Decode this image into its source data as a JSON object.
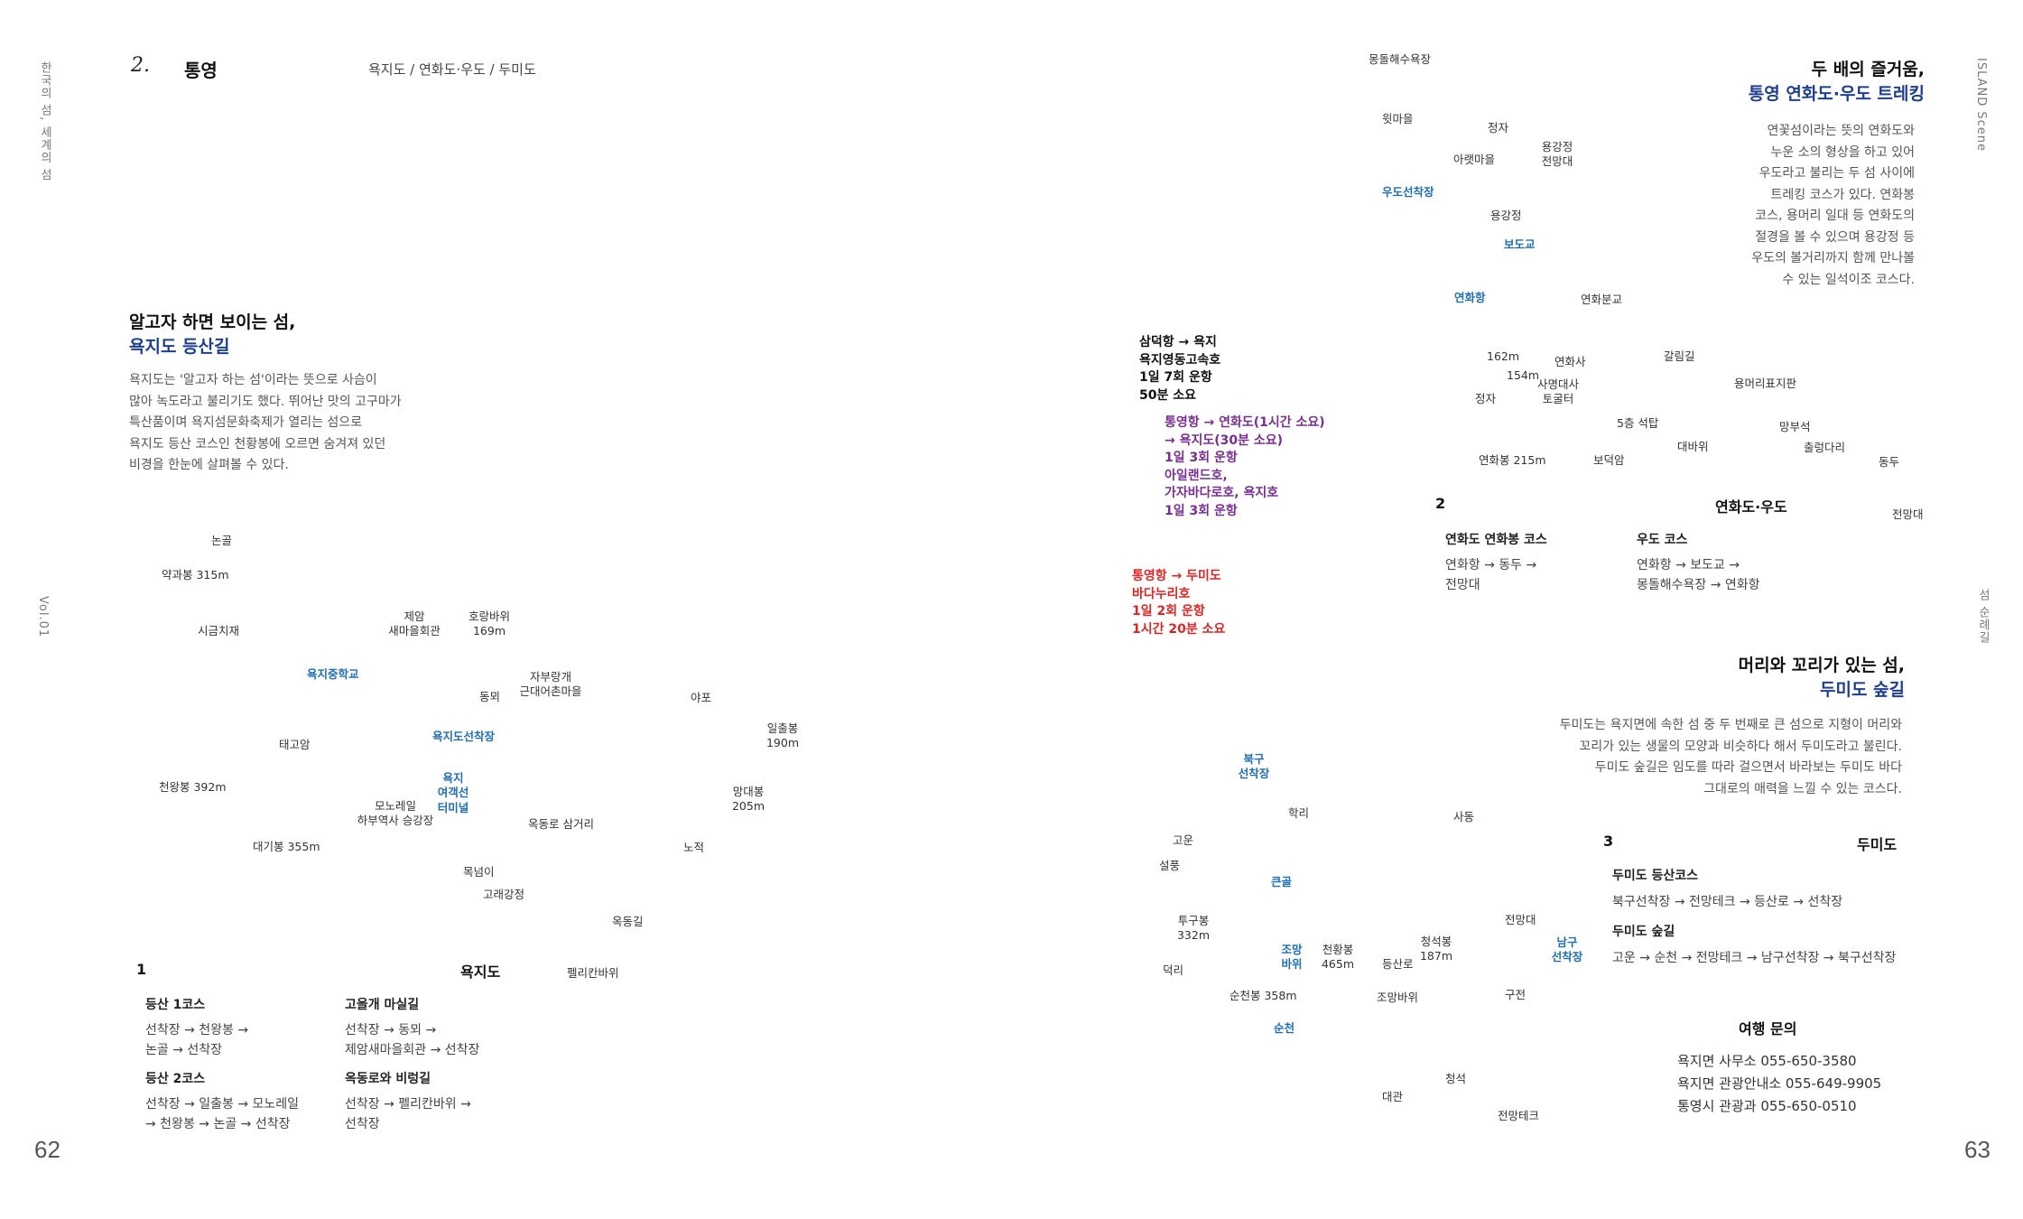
{
  "left_page": {
    "vertical_top": "한국의 섬, 세계의 섬",
    "vertical_mid": "Vol.01",
    "page_number": "62",
    "chapter_number": "2.",
    "chapter_title": "통영",
    "chapter_subtitle": "욕지도 / 연화도·우도 / 두미도",
    "section_heading_1": "알고자 하면 보이는 섬,",
    "section_heading_2": "욕지도 등산길",
    "paragraph": [
      "욕지도는 '알고자 하는 섬'이라는 뜻으로 사슴이",
      "많아 녹도라고 불리기도 했다. 뛰어난 맛의 고구마가",
      "특산품이며 욕지섬문화축제가 열리는 섬으로",
      "욕지도 등산 코스인 천황봉에 오르면 숨겨져 있던",
      "비경을 한눈에 살펴볼 수 있다."
    ],
    "map_labels": {
      "nongol": "논골",
      "yakgwabong": "약과봉 315m",
      "sigeumchijae": "시금치재",
      "jeam1": "제암",
      "jeam2": "새마을회관",
      "horangbawi1": "호랑바위",
      "horangbawi2": "169m",
      "yokji_ms": "욕지중학교",
      "jabu1": "자부랑개",
      "jabu2": "근대어촌마을",
      "dongmae": "동뫼",
      "yapo": "야포",
      "yokji_dock": "욕지도선착장",
      "taegoam": "태고암",
      "ilchul1": "일출봉",
      "ilchul2": "190m",
      "cheonhwang": "천왕봉 392m",
      "terminal1": "욕지",
      "terminal2": "여객선",
      "terminal3": "터미널",
      "mono1": "모노레일",
      "mono2": "하부역사 승강장",
      "mangdae1": "망대봉",
      "mangdae2": "205m",
      "okdong_jct": "옥동로 삼거리",
      "daegi": "대기봉 355m",
      "nojeok": "노적",
      "moknemi": "목넘이",
      "goraegang": "고래강정",
      "okdonggil": "옥동길",
      "pelican": "펠리칸바위"
    },
    "section_number": "1",
    "section_title": "욕지도",
    "courses": [
      {
        "title": "등산 1코스",
        "lines": [
          "선착장 → 천왕봉 →",
          "논골 → 선착장"
        ]
      },
      {
        "title": "고올개 마실길",
        "lines": [
          "선착장 → 동뫼 →",
          "제암새마을회관 → 선착장"
        ]
      },
      {
        "title": "등산 2코스",
        "lines": [
          "선착장 → 일출봉 → 모노레일",
          "→ 천왕봉 → 논골 → 선착장"
        ]
      },
      {
        "title": "옥동로와 비렁길",
        "lines": [
          "선착장 → 펠리칸바위 →",
          "선착장"
        ]
      }
    ]
  },
  "right_page": {
    "vertical_top": "ISLAND Scene",
    "vertical_mid": "섬 순례길",
    "page_number": "63",
    "heading_a_1": "두 배의 즐거움,",
    "heading_a_2": "통영 연화도·우도 트레킹",
    "paragraph_a": [
      "연꽃섬이라는 뜻의 연화도와",
      "누운 소의 형상을 하고 있어",
      "우도라고 불리는 두 섬 사이에",
      "트레킹 코스가 있다. 연화봉",
      "코스, 용머리 일대 등 연화도의",
      "절경을 볼 수 있으며 용강정 등",
      "우도의 볼거리까지 함께 만나볼",
      "수 있는 일석이조 코스다."
    ],
    "ferry_black": [
      "삼덕항 → 욕지",
      "욕지영동고속호",
      "1일 7회 운항",
      "50분 소요"
    ],
    "ferry_purple": [
      "통영항 → 연화도(1시간 소요)",
      "→ 욕지도(30분 소요)",
      "1일 3회 운항",
      "아일랜드호,",
      "가자바다로호, 욕지호",
      "1일 3회 운항"
    ],
    "ferry_red": [
      "통영항 → 두미도",
      "바다누리호",
      "1일 2회 운항",
      "1시간 20분 소요"
    ],
    "map_a": {
      "mongdol": "몽돌해수욕장",
      "witmaeul": "윗마을",
      "jeongja": "정자",
      "ayaet": "아랫마을",
      "yonggang_obs1": "용강정",
      "yonggang_obs2": "전망대",
      "udo_dock": "우도선착장",
      "yonggangjeong": "용강정",
      "bodogyo": "보도교",
      "yeonhwa_port": "연화항",
      "yeonhwa_school": "연화분교",
      "m162": "162m",
      "yeonhwasa": "연화사",
      "galimgil": "갈림길",
      "m154": "154m",
      "samyeong1": "사명대사",
      "samyeong2": "토굴터",
      "yongmeori": "용머리표지판",
      "jeongja2": "정자",
      "pagoda": "5층 석탑",
      "mangbu": "망부석",
      "daebawi": "대바위",
      "chulleong": "출렁다리",
      "yeonhwabong": "연화봉 215m",
      "boduk": "보덕암",
      "dongdu": "동두",
      "jeonmangdae": "전망대"
    },
    "section2_number": "2",
    "section2_title": "연화도·우도",
    "courses2": [
      {
        "title": "연화도 연화봉 코스",
        "lines": [
          "연화항 → 동두 →",
          "전망대"
        ]
      },
      {
        "title": "우도 코스",
        "lines": [
          "연화항 → 보도교 →",
          "몽돌해수욕장 → 연화항"
        ]
      }
    ],
    "heading_b_1": "머리와 꼬리가 있는 섬,",
    "heading_b_2": "두미도 숲길",
    "paragraph_b": [
      "두미도는 욕지면에 속한 섬 중 두 번째로 큰 섬으로 지형이 머리와",
      "꼬리가 있는 생물의 모양과 비슷하다 해서 두미도라고 불린다.",
      "두미도 숲길은 임도를 따라 걸으면서 바라보는 두미도 바다",
      "그대로의 매력을 느낄 수 있는 코스다."
    ],
    "map_b": {
      "bukgu1": "북구",
      "bukgu2": "선착장",
      "hakri": "학리",
      "sado": "사동",
      "goun": "고운",
      "seolpung": "설풍",
      "keungol": "큰골",
      "jeonmangdae": "전망대",
      "tugu1": "투구봉",
      "tugu2": "332m",
      "jomang1": "조망",
      "jomang2": "바위",
      "cheonhwang1": "천황봉",
      "cheonhwang2": "465m",
      "deungsan": "등산로",
      "cheongseok1": "청석봉",
      "cheongseok2": "187m",
      "namgu1": "남구",
      "namgu2": "선착장",
      "deokri": "덕리",
      "suncheonbong": "순천봉 358m",
      "jomangbawi": "조망바위",
      "gujeon": "구전",
      "suncheon": "순천",
      "cheongseok": "청석",
      "daegwan": "대관",
      "jeonmangteke": "전망테크"
    },
    "section3_number": "3",
    "section3_title": "두미도",
    "courses3": [
      {
        "title": "두미도 등산코스",
        "line": "북구선착장 → 전망테크 → 등산로 → 선착장"
      },
      {
        "title": "두미도 숲길",
        "line": "고운 → 순천 → 전망테크 → 남구선착장 → 북구선착장"
      }
    ],
    "contact_title": "여행 문의",
    "contacts": [
      "욕지면 사무소 055-650-3580",
      "욕지면 관광안내소 055-649-9905",
      "통영시 관광과 055-650-0510"
    ]
  },
  "colors": {
    "navy": "#1e3f8f",
    "blue_label": "#1f6fb5",
    "purple": "#7a2e90",
    "red": "#e02424"
  }
}
